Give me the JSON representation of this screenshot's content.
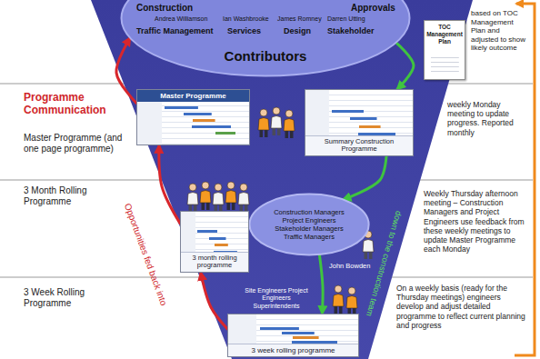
{
  "diagram": {
    "nodes": [
      {
        "text": [
          "Contributors"
        ]
      },
      {
        "text": [
          "TOC Management Plan"
        ]
      },
      {
        "text": [
          "Master Programme"
        ]
      },
      {
        "text": [
          "Summary Construction Programme"
        ]
      },
      {
        "text": [
          "Construction Managers Project Engineers Stakeholder Managers Traffic Managers"
        ]
      },
      {
        "text": [
          "3 month rolling programme"
        ]
      },
      {
        "text": [
          "3 week rolling programme"
        ]
      }
    ],
    "edges": [
      {
        "from": 0,
        "to": 3,
        "arrow": "to"
      },
      {
        "from": 3,
        "to": 4,
        "arrow": "to"
      },
      {
        "from": 4,
        "to": 6,
        "arrow": "to"
      },
      {
        "from": 6,
        "to": 5,
        "arrow": "to"
      },
      {
        "from": 5,
        "to": 2,
        "arrow": "to"
      },
      {
        "from": 2,
        "to": 0,
        "arrow": "to"
      }
    ],
    "labels": [
      "Construction",
      "Approvals",
      "Andrea Williamson",
      "Ian Washbrooke",
      "James Romney",
      "Darren Utting",
      "Traffic Management",
      "Services",
      "Design",
      "Stakeholder",
      "based on TOC Management Plan and adjusted to show likely outcome",
      "Programme Communication",
      "Master Programme (and one page programme)",
      "weekly Monday meeting to update progress. Reported monthly",
      "3 Month Rolling Programme",
      "John Bowden",
      "Weekly Thursday afternoon meeting – Construction Managers and Project Engineers use feedback from these weekly meetings to update Master Programme each Monday",
      "Opportunities fed back into",
      "3 Week Rolling Programme",
      "Site Engineers Project Engineers Superintendents",
      "down to the construction team",
      "On a weekly basis (ready for the Thursday meetings) engineers develop and adjust detailed programme to reflect current planning and progress"
    ]
  }
}
